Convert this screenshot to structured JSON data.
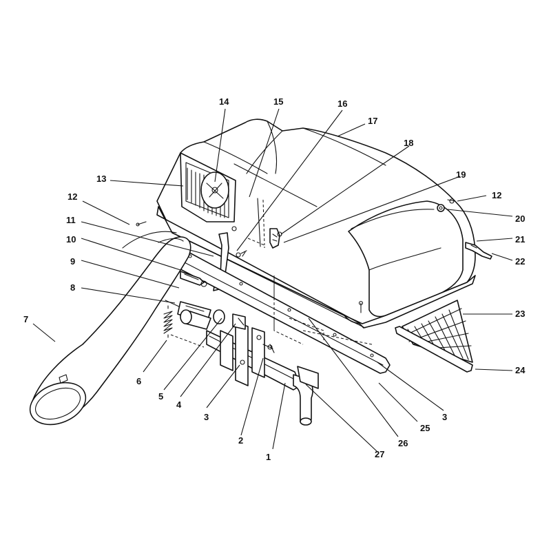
{
  "callouts": [
    {
      "id": "c14",
      "label": "14"
    },
    {
      "id": "c15",
      "label": "15"
    },
    {
      "id": "c16",
      "label": "16"
    },
    {
      "id": "c17",
      "label": "17"
    },
    {
      "id": "c18",
      "label": "18"
    },
    {
      "id": "c13",
      "label": "13"
    },
    {
      "id": "c19",
      "label": "19"
    },
    {
      "id": "c12a",
      "label": "12"
    },
    {
      "id": "c12b",
      "label": "12"
    },
    {
      "id": "c20",
      "label": "20"
    },
    {
      "id": "c11",
      "label": "11"
    },
    {
      "id": "c21",
      "label": "21"
    },
    {
      "id": "c10",
      "label": "10"
    },
    {
      "id": "c22",
      "label": "22"
    },
    {
      "id": "c9",
      "label": "9"
    },
    {
      "id": "c8",
      "label": "8"
    },
    {
      "id": "c23",
      "label": "23"
    },
    {
      "id": "c7",
      "label": "7"
    },
    {
      "id": "c24",
      "label": "24"
    },
    {
      "id": "c6",
      "label": "6"
    },
    {
      "id": "c5",
      "label": "5"
    },
    {
      "id": "c4",
      "label": "4"
    },
    {
      "id": "c3a",
      "label": "3"
    },
    {
      "id": "c3b",
      "label": "3"
    },
    {
      "id": "c25",
      "label": "25"
    },
    {
      "id": "c2",
      "label": "2"
    },
    {
      "id": "c26",
      "label": "26"
    },
    {
      "id": "c1",
      "label": "1"
    },
    {
      "id": "c27",
      "label": "27"
    }
  ]
}
